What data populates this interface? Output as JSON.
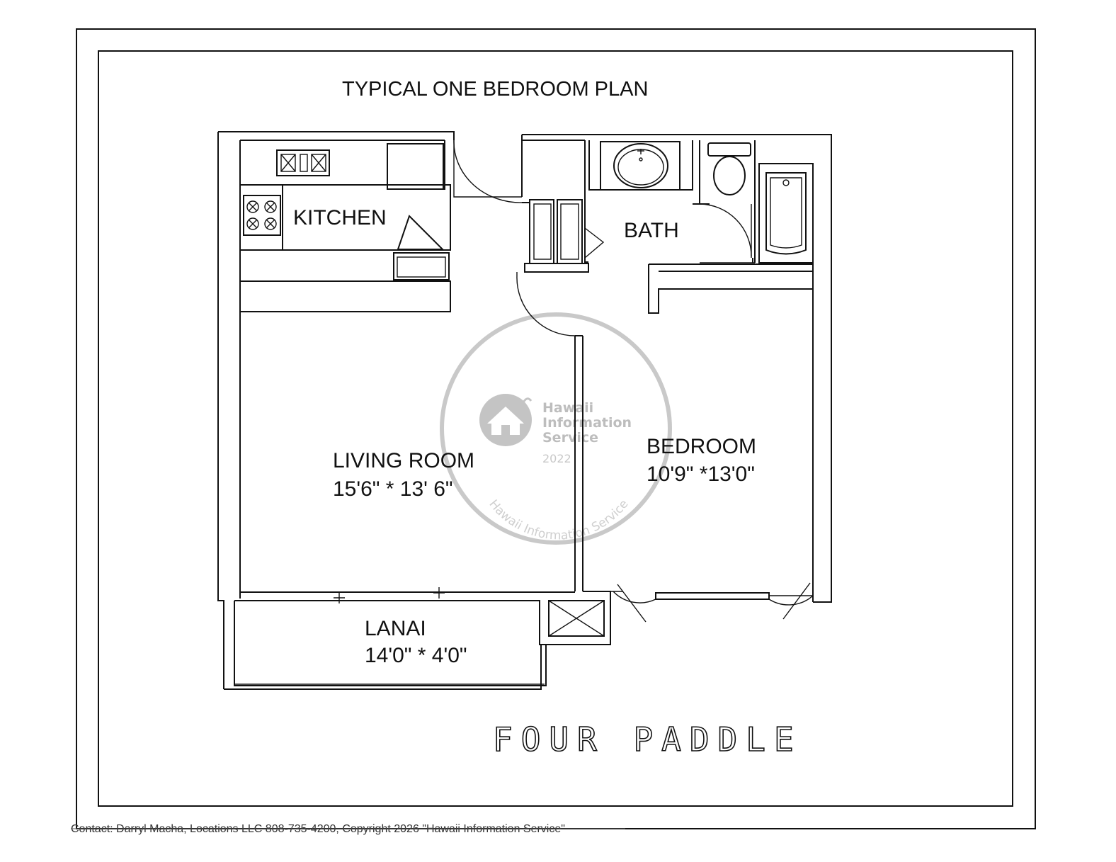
{
  "plan": {
    "title": "TYPICAL ONE BEDROOM  PLAN",
    "unit_name": "FOUR PADDLE",
    "rooms": [
      {
        "name": "KITCHEN",
        "dims": ""
      },
      {
        "name": "BATH",
        "dims": ""
      },
      {
        "name": "LIVING ROOM",
        "dims": "15'6\" * 13' 6\""
      },
      {
        "name": "BEDROOM",
        "dims": "10'9\" *13'0\""
      },
      {
        "name": "LANAI",
        "dims": "14'0\" * 4'0\""
      }
    ]
  },
  "watermark": {
    "line1": "Hawaii",
    "line2": "Information",
    "line3": "Service",
    "year": "2022",
    "arc_text": "Hawaii Information Service",
    "color": "#c0c0c0"
  },
  "footer": {
    "text": "Contact: Darryl Macha,   Locations LLC 808-735-4200,   Copyright 2026 \"Hawaii Information Service\""
  }
}
